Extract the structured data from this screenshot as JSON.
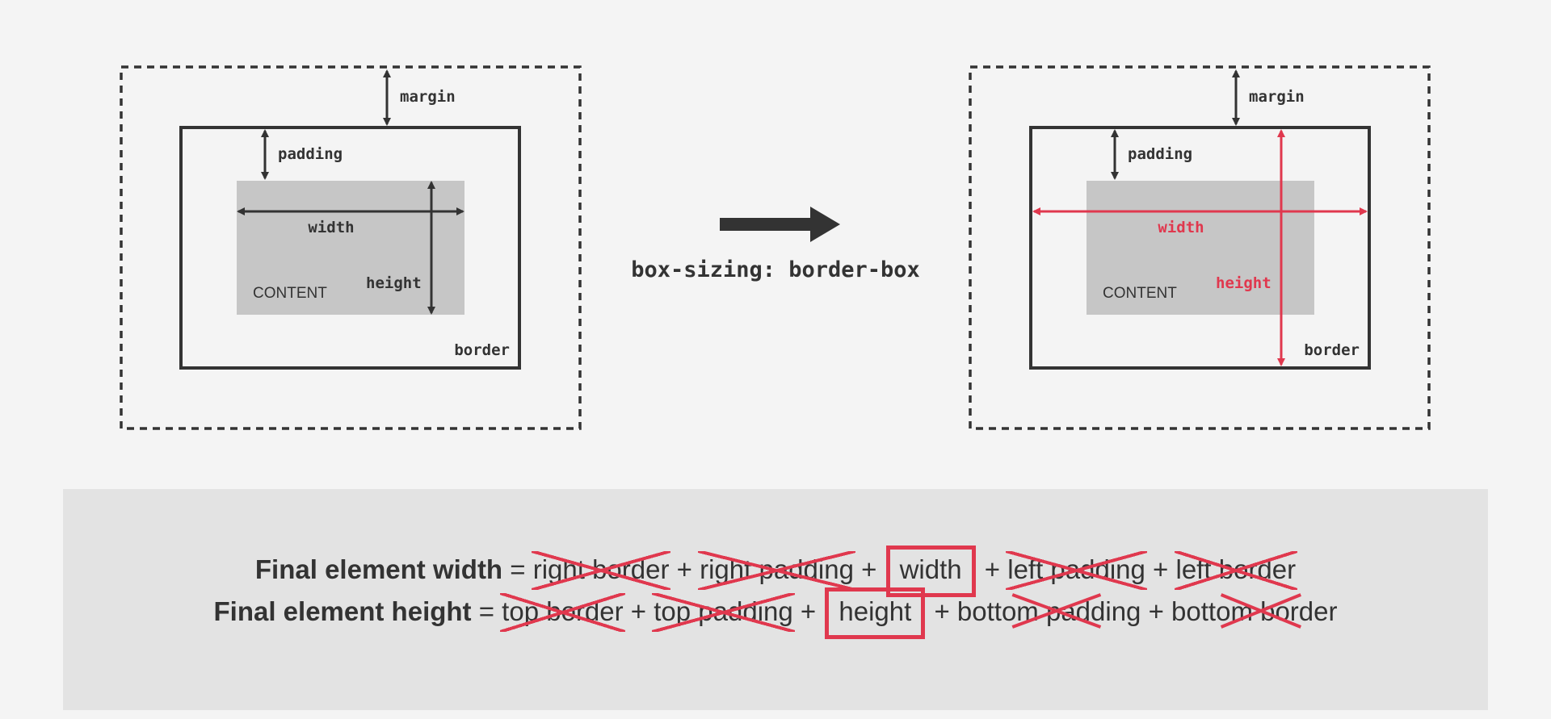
{
  "left_diagram": {
    "margin_label": "margin",
    "padding_label": "padding",
    "width_label": "width",
    "height_label": "height",
    "content_label": "CONTENT",
    "border_label": "border"
  },
  "transition": {
    "rule_label": "box-sizing: border-box"
  },
  "right_diagram": {
    "margin_label": "margin",
    "padding_label": "padding",
    "width_label": "width",
    "height_label": "height",
    "content_label": "CONTENT",
    "border_label": "border"
  },
  "colors": {
    "accent_red": "#e0384e",
    "content_fill": "#c6c6c6",
    "stroke": "#333333",
    "panel_bg": "#e3e3e3"
  },
  "formulas": {
    "width_row": {
      "label": "Final element width",
      "equals": "=",
      "terms": [
        "right border",
        "right padding",
        "width",
        "left padding",
        "left border"
      ],
      "plus": "+"
    },
    "height_row": {
      "label": "Final element height",
      "equals": "=",
      "terms": [
        "top border",
        "top padding",
        "height",
        "bottom padding",
        "bottom border"
      ],
      "plus": "+"
    }
  }
}
